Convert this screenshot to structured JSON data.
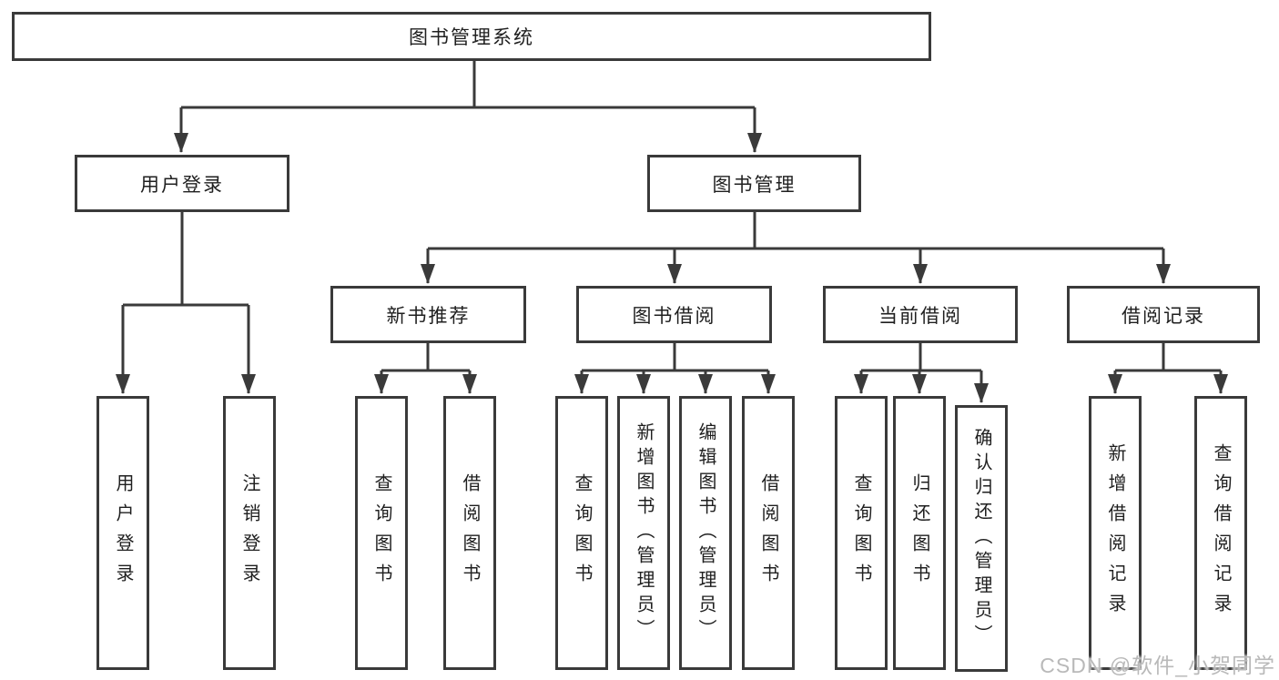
{
  "diagram": {
    "title": "图书管理系统",
    "root": {
      "label": "图书管理系统"
    },
    "branches": [
      {
        "label": "用户登录",
        "children": [
          {
            "label": "用户登录"
          },
          {
            "label": "注销登录"
          }
        ]
      },
      {
        "label": "图书管理",
        "children": [
          {
            "label": "新书推荐",
            "children": [
              {
                "label": "查询图书"
              },
              {
                "label": "借阅图书"
              }
            ]
          },
          {
            "label": "图书借阅",
            "children": [
              {
                "label": "查询图书"
              },
              {
                "label": "新增图书（管理员）"
              },
              {
                "label": "编辑图书（管理员）"
              },
              {
                "label": "借阅图书"
              }
            ]
          },
          {
            "label": "当前借阅",
            "children": [
              {
                "label": "查询图书"
              },
              {
                "label": "归还图书"
              },
              {
                "label": "确认归还（管理员）"
              }
            ]
          },
          {
            "label": "借阅记录",
            "children": [
              {
                "label": "新增借阅记录"
              },
              {
                "label": "查询借阅记录"
              }
            ]
          }
        ]
      }
    ]
  },
  "watermark": {
    "text": "CSDN @软件_小贺同学"
  },
  "colors": {
    "line": "#3a3a3a",
    "box_border": "#3a3a3a",
    "text": "#1f1f1f",
    "background": "#ffffff",
    "watermark": "#b9b9b9"
  }
}
